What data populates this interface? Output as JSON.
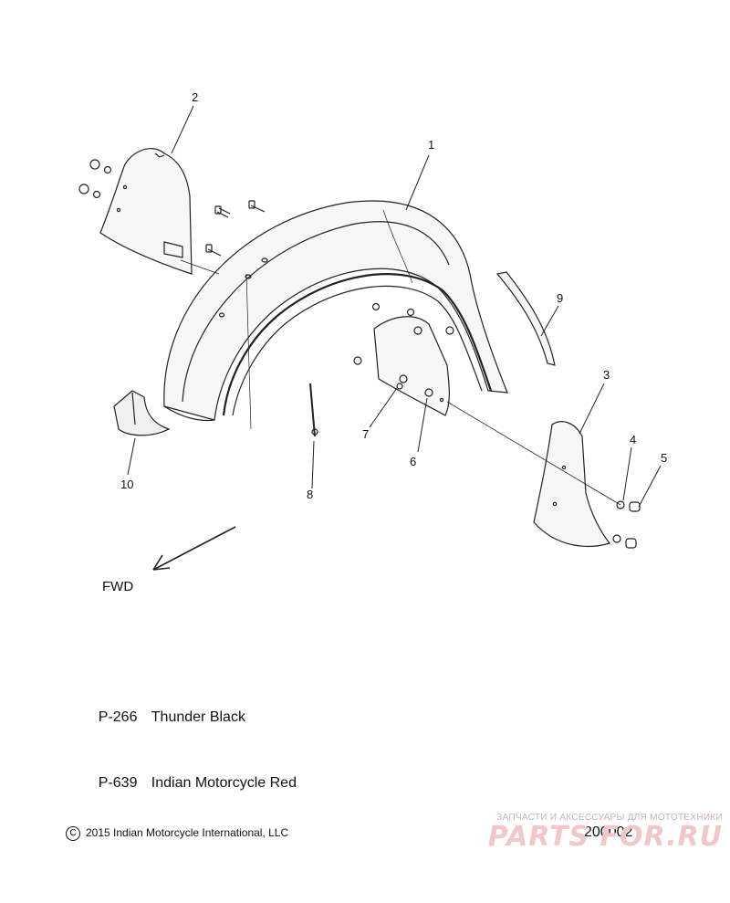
{
  "callouts": [
    "1",
    "2",
    "3",
    "4",
    "5",
    "6",
    "7",
    "8",
    "9",
    "10"
  ],
  "direction_label": "FWD",
  "legend": [
    {
      "code": "P-266",
      "name": "Thunder Black"
    },
    {
      "code": "P-639",
      "name": "Indian Motorcycle Red"
    }
  ],
  "copyright": "2015 Indian Motorcycle International, LLC",
  "copyright_symbol": "C",
  "diagram_number": "200002",
  "watermark": {
    "tagline": "ЗАПЧАСТИ И АКСЕССУАРЫ ДЛЯ МОТОТЕХНИКИ",
    "brand": "PARTS FOR.RU"
  }
}
